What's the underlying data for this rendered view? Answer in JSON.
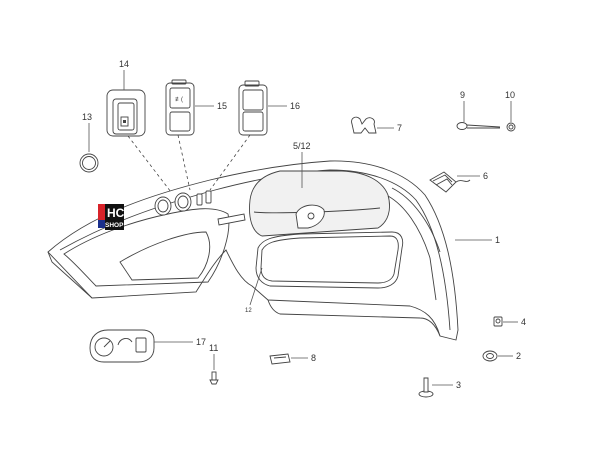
{
  "logo": {
    "line1": "HC",
    "line2": "SHOP",
    "colors": {
      "red": "#d8232a",
      "blue": "#1a2f8c",
      "black": "#111111"
    }
  },
  "callouts": {
    "c1": "1",
    "c2": "2",
    "c3": "3",
    "c4": "4",
    "c5_12": "5/12",
    "c6": "6",
    "c7": "7",
    "c8": "8",
    "c9": "9",
    "c10": "10",
    "c11": "11",
    "c12": "12",
    "c13": "13",
    "c14": "14",
    "c15": "15",
    "c16": "16",
    "c17": "17"
  }
}
